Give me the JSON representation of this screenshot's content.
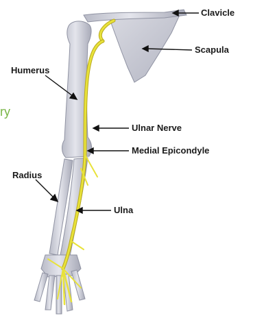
{
  "labels": {
    "clavicle": "Clavicle",
    "scapula": "Scapula",
    "humerus": "Humerus",
    "ulnar_nerve": "Ulnar Nerve",
    "medial_epicondyle": "Medial Epicondyle",
    "radius": "Radius",
    "ulna": "Ulna"
  },
  "clipped_text": "ry",
  "colors": {
    "bone": "#cfd0d8",
    "bone_shade": "#a9abb8",
    "nerve": "#e8e23a",
    "nerve_edge": "#b8a81e",
    "text": "#1a1a1a",
    "accent_text": "#7ab648"
  }
}
